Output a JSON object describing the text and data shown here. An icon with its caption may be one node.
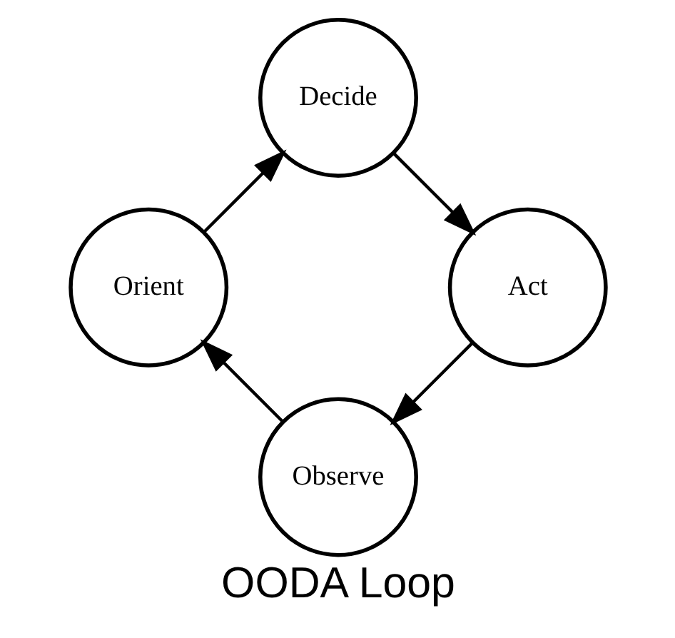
{
  "diagram": {
    "title": "OODA Loop",
    "nodes": [
      {
        "text": [
          "Observe"
        ]
      },
      {
        "text": [
          "Orient"
        ]
      },
      {
        "text": [
          "Decide"
        ]
      },
      {
        "text": [
          "Act"
        ]
      }
    ],
    "edges": [
      {
        "from": 0,
        "to": 1,
        "arrow": "to"
      },
      {
        "from": 1,
        "to": 2,
        "arrow": "to"
      },
      {
        "from": 2,
        "to": 3,
        "arrow": "to"
      },
      {
        "from": 3,
        "to": 0,
        "arrow": "to"
      }
    ]
  }
}
